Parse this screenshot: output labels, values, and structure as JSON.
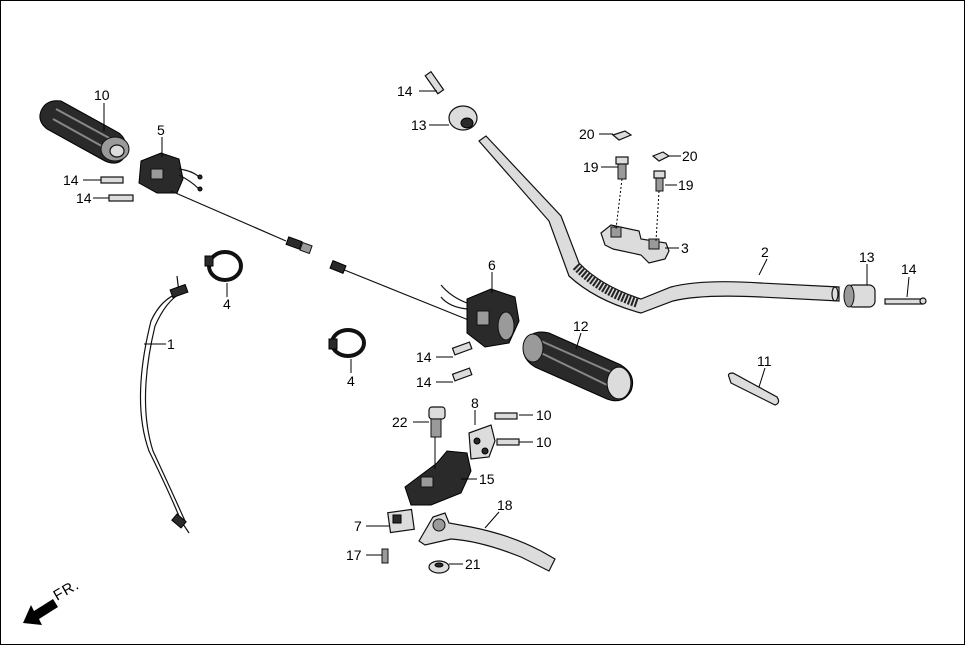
{
  "diagram": {
    "direction_label": "FR.",
    "callouts": [
      "1",
      "2",
      "3",
      "4",
      "4",
      "5",
      "6",
      "7",
      "8",
      "10",
      "10",
      "10",
      "11",
      "12",
      "13",
      "13",
      "14",
      "14",
      "14",
      "14",
      "14",
      "14",
      "15",
      "17",
      "18",
      "19",
      "19",
      "20",
      "20",
      "21",
      "22"
    ]
  }
}
